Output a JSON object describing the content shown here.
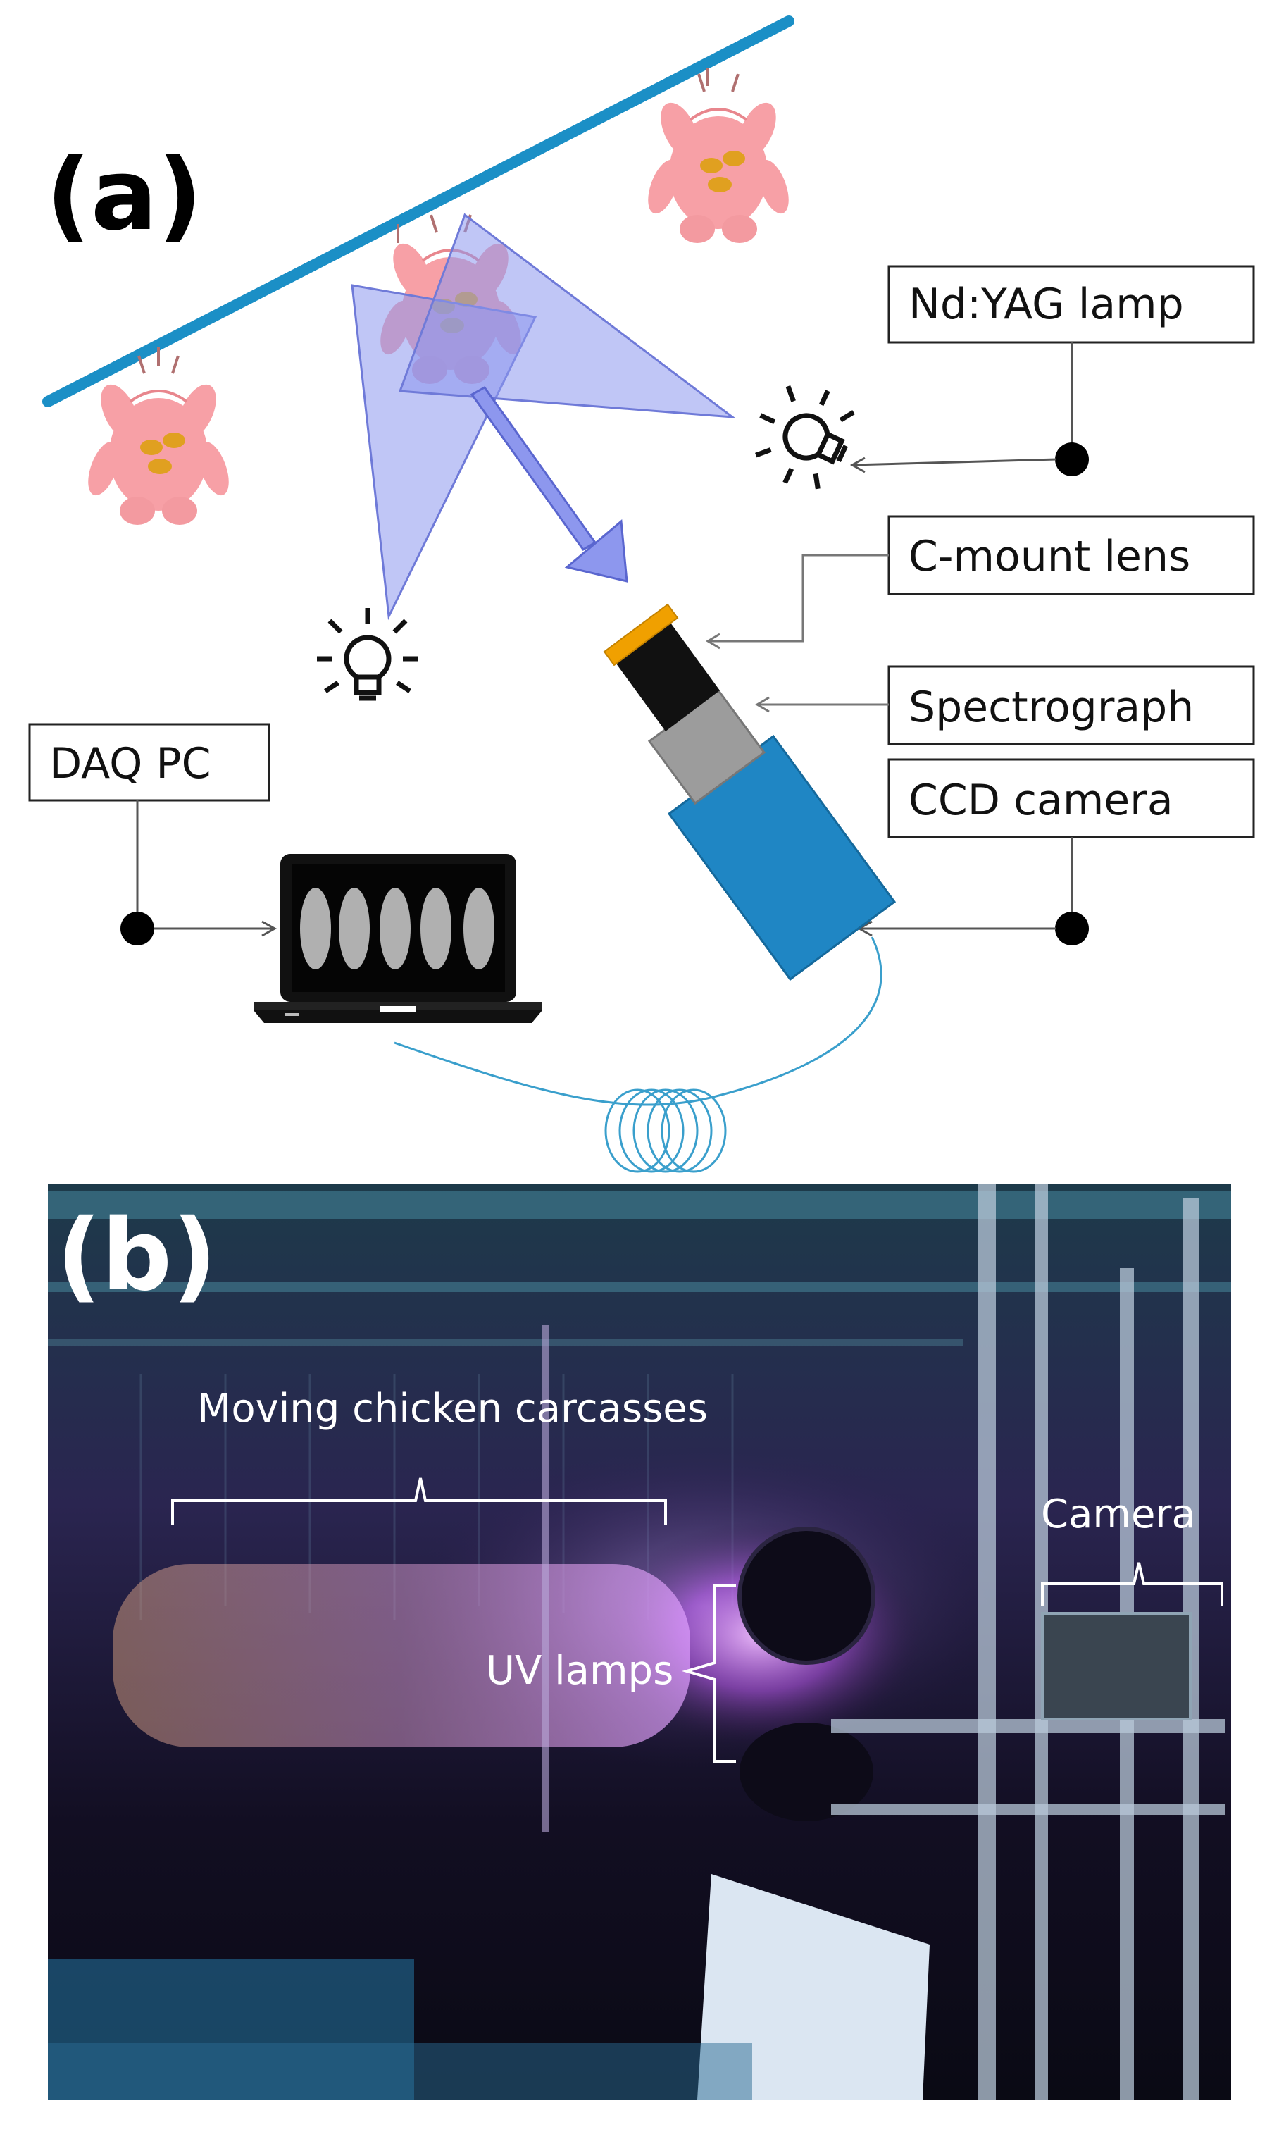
{
  "figure": {
    "panel_a": {
      "label": "(a)",
      "components": {
        "lamp": "Nd:YAG lamp",
        "lens": "C-mount lens",
        "spectrograph": "Spectrograph",
        "camera": "CCD camera",
        "pc": "DAQ PC"
      }
    },
    "panel_b": {
      "label": "(b)",
      "annotations": {
        "carcasses": "Moving chicken carcasses",
        "uv_lamps": "UV lamps",
        "camera": "Camera"
      }
    }
  },
  "colors": {
    "rail": "#1b8fc6",
    "chicken": "#f7a0a6",
    "spot": "#e0a020",
    "beam": "#8d97ee",
    "camera_body": "#1f86c4",
    "lens_cap": "#f0a000",
    "spectrograph": "#9c9c9c",
    "cable": "#3a9fcc",
    "photo_bg": "#1a1830"
  }
}
